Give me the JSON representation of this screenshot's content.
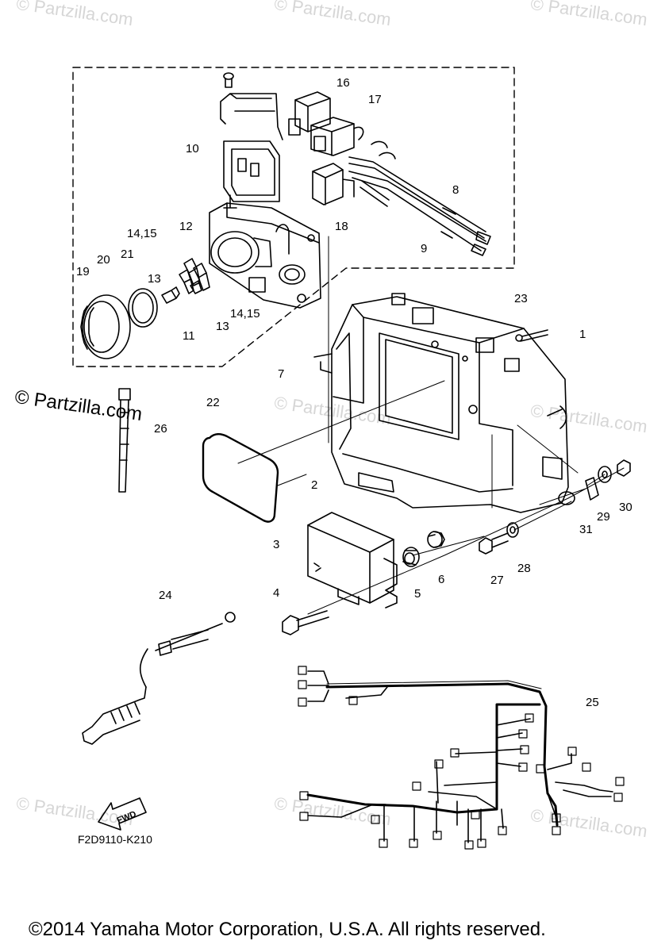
{
  "watermarks": [
    "© Partzilla.com",
    "© Partzilla.com",
    "© Partzilla.com",
    "© Partzilla.com",
    "© Partzilla.com",
    "© Partzilla.com",
    "© Partzilla.com",
    "© Partzilla.com"
  ],
  "side_watermark": "© Partzilla.com",
  "callouts": {
    "c1": "1",
    "c2": "2",
    "c3": "3",
    "c4": "4",
    "c5": "5",
    "c6": "6",
    "c7": "7",
    "c8": "8",
    "c9": "9",
    "c10": "10",
    "c11": "11",
    "c12": "12",
    "c13a": "13",
    "c13b": "13",
    "c1415a": "14,15",
    "c1415b": "14,15",
    "c16": "16",
    "c17": "17",
    "c18": "18",
    "c19": "19",
    "c20": "20",
    "c21": "21",
    "c22": "22",
    "c23": "23",
    "c24": "24",
    "c25": "25",
    "c26": "26",
    "c27": "27",
    "c28": "28",
    "c29": "29",
    "c30": "30",
    "c31": "31"
  },
  "fwd_label": "FWD",
  "figure_code": "F2D9110-K210",
  "copyright": "©2014 Yamaha Motor Corporation, U.S.A. All rights reserved."
}
